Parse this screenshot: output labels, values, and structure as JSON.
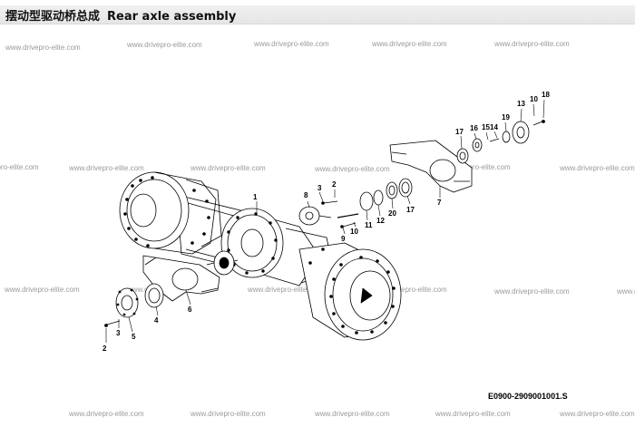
{
  "header": {
    "title_cn": "摆动型驱动桥总成",
    "title_en": "Rear axle assembly"
  },
  "diagram_code": "E0900-2909001001.S",
  "watermark": "www.drivepro-elite.com",
  "callouts": [
    "1",
    "2",
    "3",
    "4",
    "5",
    "6",
    "7",
    "8",
    "9",
    "10",
    "11",
    "12",
    "13",
    "14",
    "15",
    "16",
    "17",
    "18",
    "19",
    "20"
  ]
}
